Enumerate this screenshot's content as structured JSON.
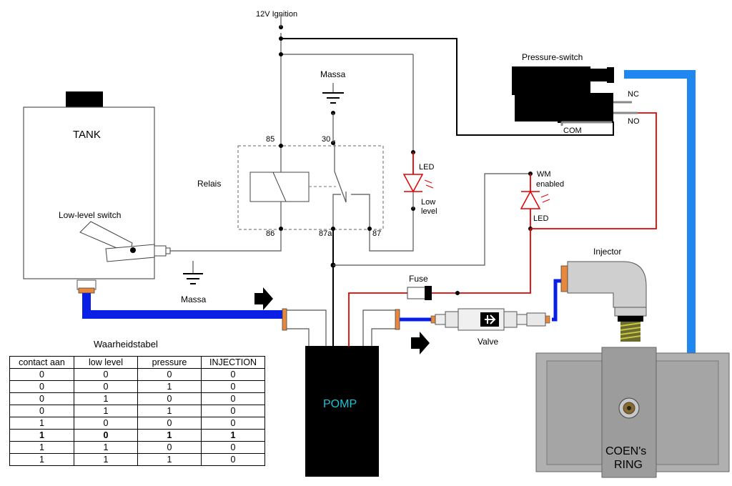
{
  "labels": {
    "ignition": "12V Ignition",
    "massa_top": "Massa",
    "massa_bottom": "Massa",
    "tank": "TANK",
    "low_level_switch": "Low-level switch",
    "relais": "Relais",
    "pin85": "85",
    "pin30": "30",
    "pin86": "86",
    "pin87a": "87a",
    "pin87": "87",
    "led_low_1": "LED",
    "led_low_2": "Low",
    "led_low_3": "level",
    "wm_1": "WM",
    "wm_2": "enabled",
    "led_wm": "LED",
    "pressure_switch": "Pressure-switch",
    "nc": "NC",
    "no": "NO",
    "com": "COM",
    "injector": "Injector",
    "fuse": "Fuse",
    "valve": "Valve",
    "pomp": "POMP",
    "ring_1": "COEN's",
    "ring_2": "RING"
  },
  "colors": {
    "hose_blue": "#0a1fe6",
    "pressure_line_blue": "#1e88f0",
    "wire_red": "#e10000",
    "pomp_text": "#19c3d8",
    "ring_grey": "#b0b0b0",
    "fitting_orange": "#e8883a"
  },
  "truth_table": {
    "title": "Waarheidstabel",
    "headers": [
      "contact aan",
      "low level",
      "pressure",
      "INJECTION"
    ],
    "rows": [
      [
        "0",
        "0",
        "0",
        "0"
      ],
      [
        "0",
        "0",
        "1",
        "0"
      ],
      [
        "0",
        "1",
        "0",
        "0"
      ],
      [
        "0",
        "1",
        "1",
        "0"
      ],
      [
        "1",
        "0",
        "0",
        "0"
      ],
      [
        "1",
        "0",
        "1",
        "1"
      ],
      [
        "1",
        "1",
        "0",
        "0"
      ],
      [
        "1",
        "1",
        "1",
        "0"
      ]
    ],
    "highlight_row": 5
  }
}
